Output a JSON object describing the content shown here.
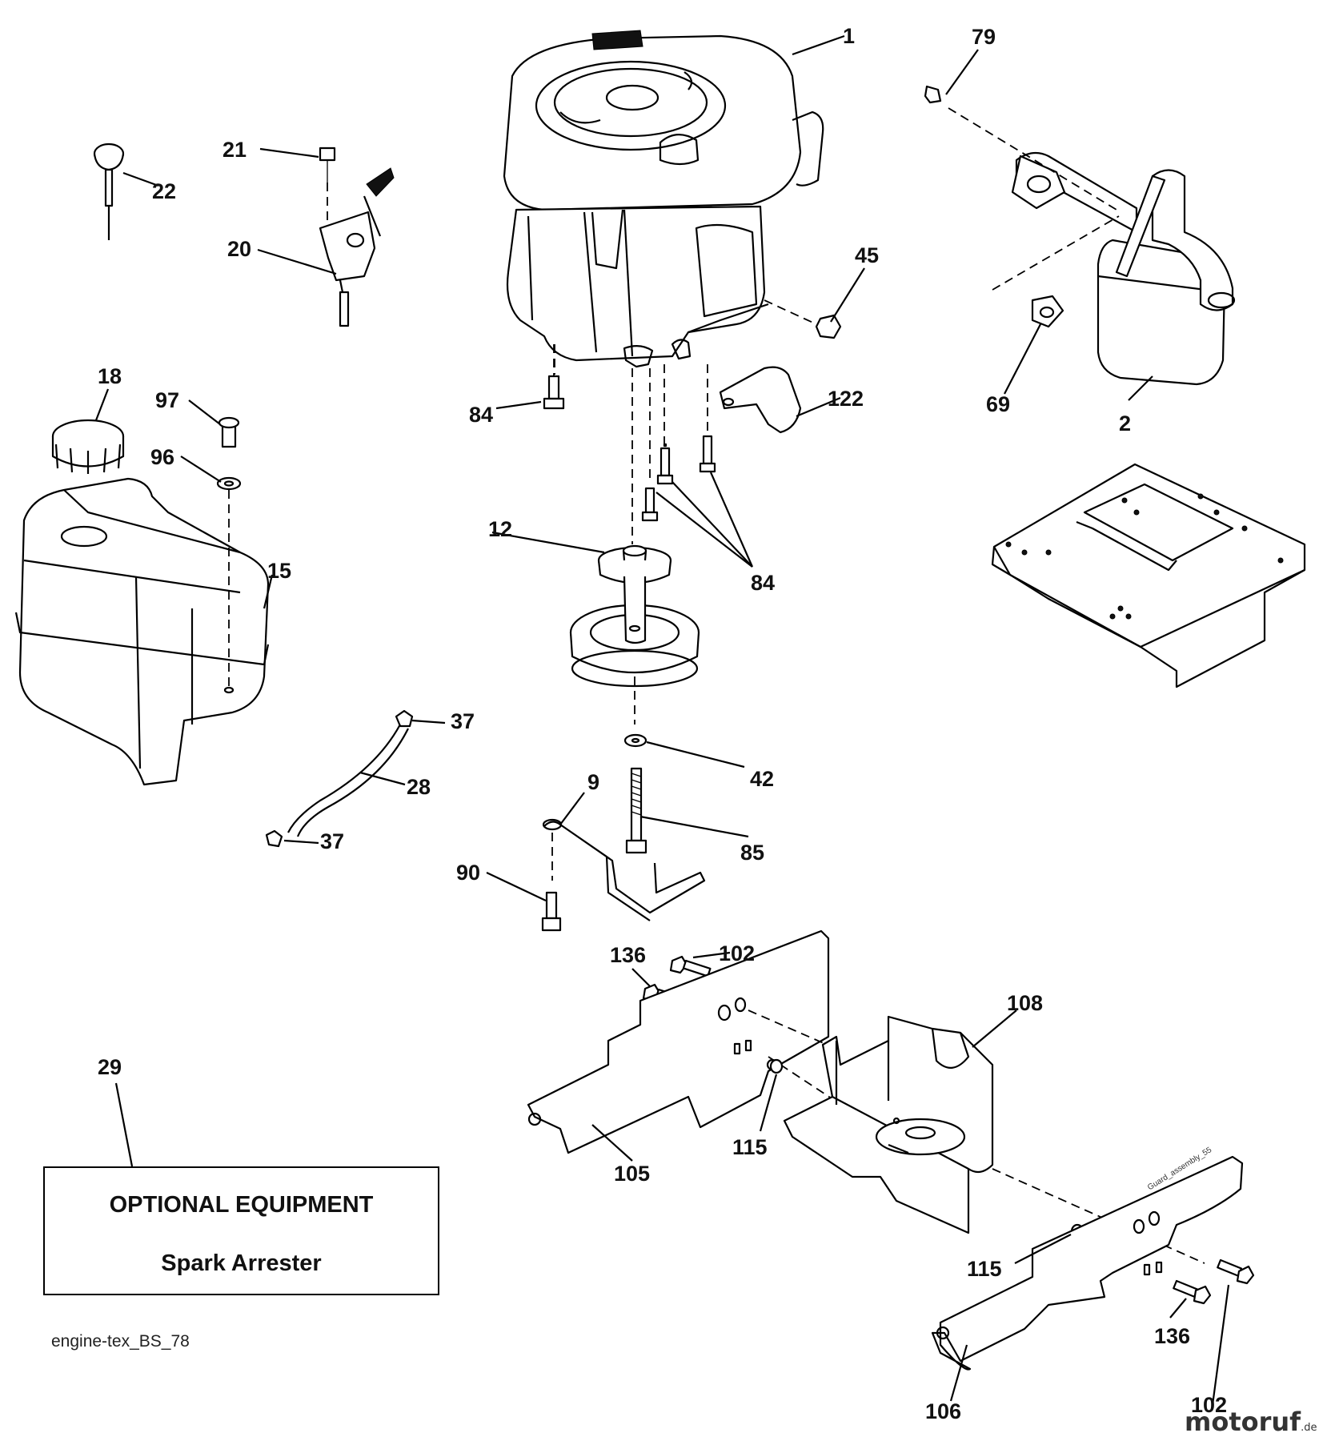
{
  "diagram": {
    "code": "engine-tex_BS_78",
    "watermark": "motoruf",
    "watermark_suffix": ".de",
    "guard_tag": "Guard_assembly_55",
    "optional": {
      "title": "OPTIONAL EQUIPMENT",
      "item": "Spark Arrester"
    },
    "callouts": {
      "p1": "1",
      "p79": "79",
      "p21": "21",
      "p22": "22",
      "p20": "20",
      "p45": "45",
      "p18": "18",
      "p97": "97",
      "p84a": "84",
      "p122": "122",
      "p69": "69",
      "p2": "2",
      "p96": "96",
      "p12": "12",
      "p84b": "84",
      "p15": "15",
      "p37a": "37",
      "p42": "42",
      "p9": "9",
      "p28": "28",
      "p85": "85",
      "p37b": "37",
      "p90": "90",
      "p136a": "136",
      "p102a": "102",
      "p108": "108",
      "p29": "29",
      "p115a": "115",
      "p105": "105",
      "p115b": "115",
      "p136b": "136",
      "p106": "106",
      "p102b": "102"
    }
  },
  "colors": {
    "line": "#000000",
    "paper": "#ffffff"
  }
}
